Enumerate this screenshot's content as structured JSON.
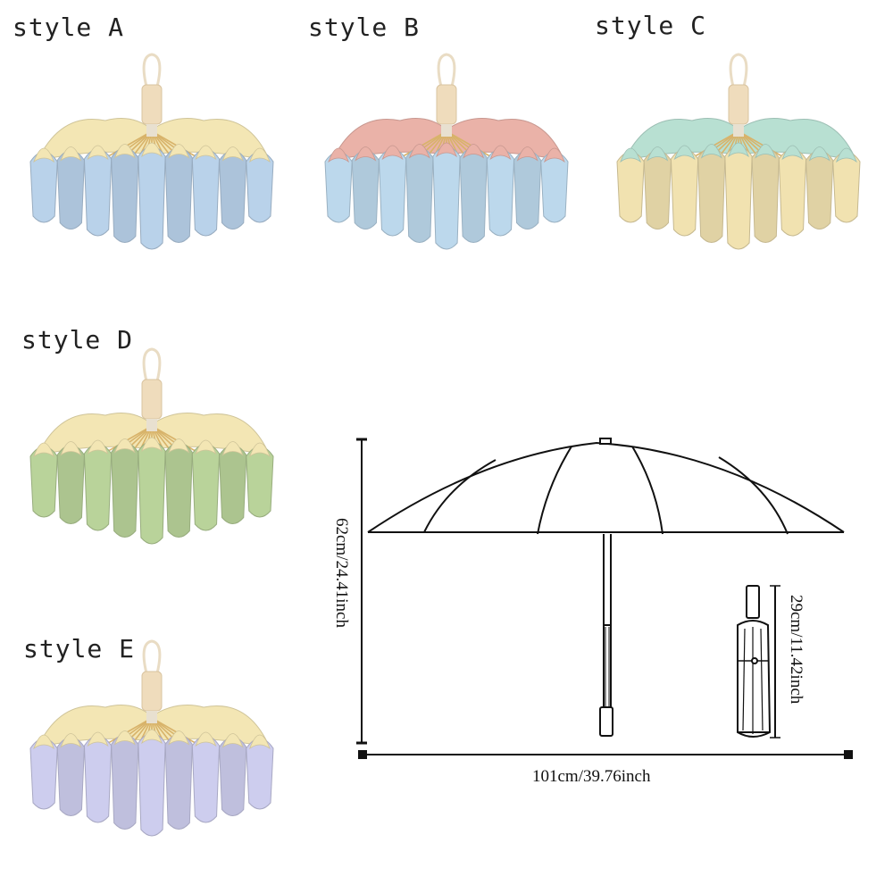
{
  "styles": [
    {
      "label": "style A",
      "outer": "#b9d2ea",
      "inner": "#f3e6b4"
    },
    {
      "label": "style B",
      "outer": "#bcd8ec",
      "inner": "#eab2a8"
    },
    {
      "label": "style C",
      "outer": "#f1e2b0",
      "inner": "#b8e0d2"
    },
    {
      "label": "style D",
      "outer": "#b9d39a",
      "inner": "#f3e6b4"
    },
    {
      "label": "style E",
      "outer": "#cdcdee",
      "inner": "#f3e6b4"
    }
  ],
  "dimensions": {
    "height": "62cm/24.41inch",
    "width": "101cm/39.76inch",
    "folded_length": "29cm/11.42inch"
  },
  "colors": {
    "handle": "#efdcbc",
    "ribs": "#d8b36a",
    "line": "#111111"
  }
}
